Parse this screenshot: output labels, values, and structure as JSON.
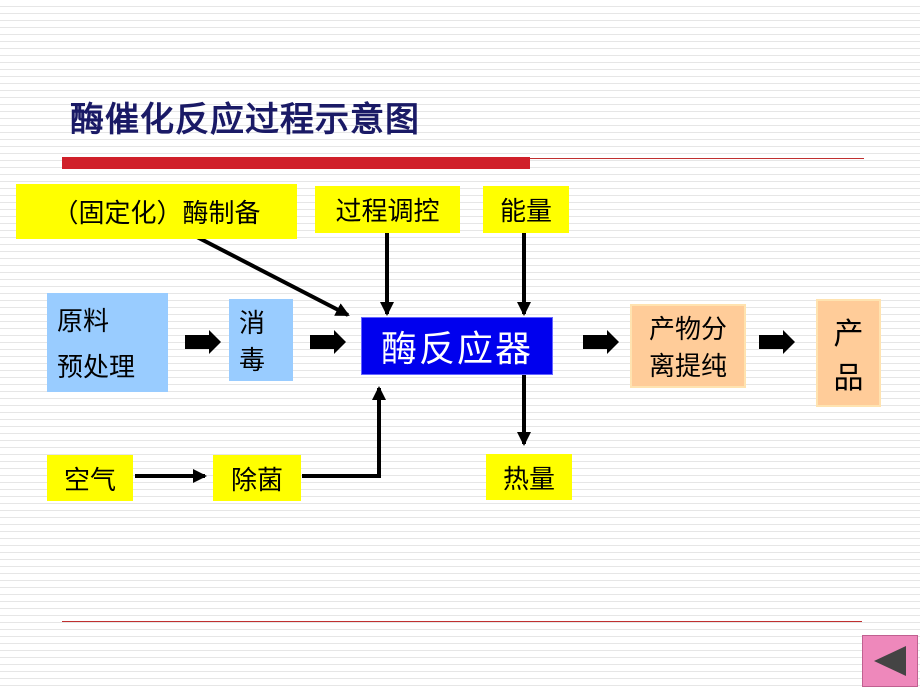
{
  "title": "酶催化反应过程示意图",
  "boxes": {
    "enzyme_prep": "（固定化）酶制备",
    "process_control": "过程调控",
    "energy": "能量",
    "raw_line1": "原料",
    "raw_line2": "预处理",
    "disinfect_line1": "消",
    "disinfect_line2": "毒",
    "reactor": "酶反应器",
    "separation_line1": "产物分",
    "separation_line2": "离提纯",
    "product_line1": "产",
    "product_line2": "品",
    "air": "空气",
    "sterilize": "除菌",
    "heat": "热量"
  },
  "colors": {
    "yellow": "#ffff00",
    "light_blue": "#99ccff",
    "reactor_blue": "#0000ee",
    "orange": "#ffcc99",
    "title": "#1a1a66",
    "rule_red": "#d0202a"
  },
  "nav": {
    "icon": "triangle-left-icon"
  }
}
